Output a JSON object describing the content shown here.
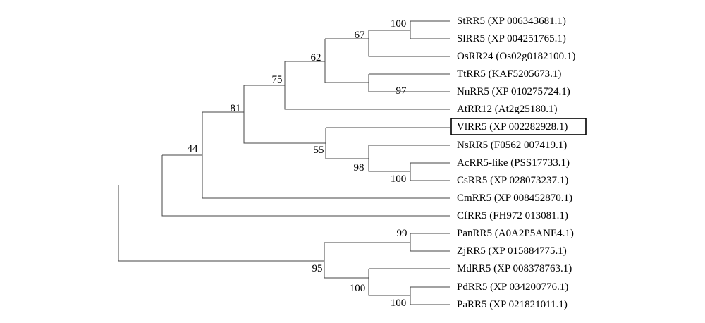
{
  "tree": {
    "taxa": [
      "StRR5 (XP 006343681.1)",
      "SlRR5 (XP 004251765.1)",
      "OsRR24 (Os02g0182100.1)",
      "TtRR5 (KAF5205673.1)",
      "NnRR5 (XP 010275724.1)",
      "AtRR12 (At2g25180.1)",
      "VlRR5 (XP 002282928.1)",
      "NsRR5 (F0562 007419.1)",
      "AcRR5-like (PSS17733.1)",
      "CsRR5 (XP 028073237.1)",
      "CmRR5 (XP 008452870.1)",
      "CfRR5 (FH972 013081.1)",
      "PanRR5 (A0A2P5ANE4.1)",
      "ZjRR5 (XP 015884775.1)",
      "MdRR5 (XP 008378763.1)",
      "PdRR5 (XP 034200776.1)",
      "PaRR5 (XP 021821011.1)"
    ],
    "highlighted_taxon": "VlRR5 (XP 002282928.1)",
    "bootstrap": {
      "st_sl": "100",
      "st_sl_os": "67",
      "group_62": "62",
      "tt_nn": "97",
      "group_75": "75",
      "group_81": "81",
      "group_44": "44",
      "vl_group": "55",
      "ns_group": "98",
      "ac_cs": "100",
      "pan_zj": "99",
      "rosaceae_group": "95",
      "md_group": "100",
      "pd_pa": "100"
    }
  }
}
